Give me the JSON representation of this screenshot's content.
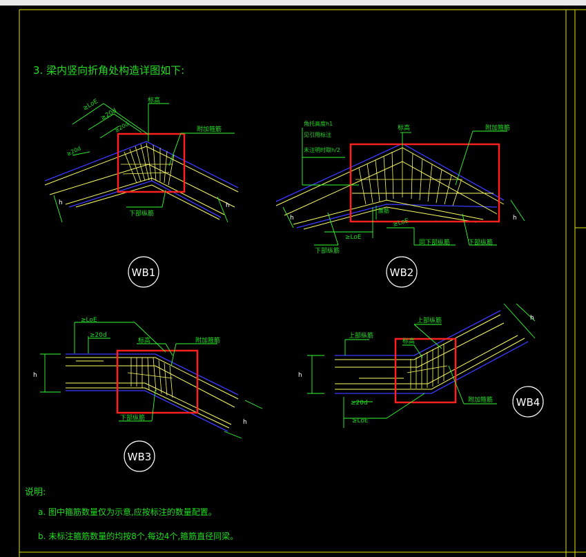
{
  "title": "3. 梁内竖向折角处构造详图如下:",
  "colors": {
    "frame": "#e6e600",
    "beam": "#ffff66",
    "rebar": "#3a3aff",
    "annot": "#33ff33",
    "highlight": "#ff2020",
    "text_green": "#22dd22",
    "white": "#ffffff"
  },
  "wb1": {
    "label": "WB1",
    "anchor_loe": "≥LoE",
    "anchor_20d_outer": "≥20d",
    "anchor_20d_inner": "≥20d",
    "top_label": "标高",
    "stirrup_label": "附加箍筋",
    "bottom_label": "下部纵筋",
    "dim_h": "h"
  },
  "wb2": {
    "label": "WB2",
    "note1": "角托高度h1",
    "note2": "见引用标注",
    "note3": "未注明时取h/2",
    "top_label": "标高",
    "stirrup_label": "附加箍筋",
    "bottom_label_left": "下部纵筋",
    "waist_label": "腰筋",
    "loe_left": "≥LoE",
    "loe_right": "≥LoE",
    "bottom_label_mid": "同下部纵筋",
    "bottom_label_right": "下部纵筋",
    "dim_h": "h"
  },
  "wb3": {
    "label": "WB3",
    "anchor_loe": "≥LoE",
    "anchor_20d": "≥20d",
    "top_label": "标高",
    "stirrup_label": "附加箍筋",
    "bottom_label": "下部纵筋",
    "dim_h": "h"
  },
  "wb4": {
    "label": "WB4",
    "top_label_left": "上部纵筋",
    "top_label_right": "上部纵筋",
    "mid_label": "标高",
    "stirrup_label": "附加箍筋",
    "anchor_20d": "≥20d",
    "anchor_loe": "≥LoE",
    "dim_h": "h"
  },
  "notes": {
    "heading": "说明:",
    "a": "a. 图中箍筋数量仅为示意,应按标注的数量配置。",
    "b": "b. 未标注箍筋数量的均按8个,每边4个,箍筋直径同梁。"
  }
}
